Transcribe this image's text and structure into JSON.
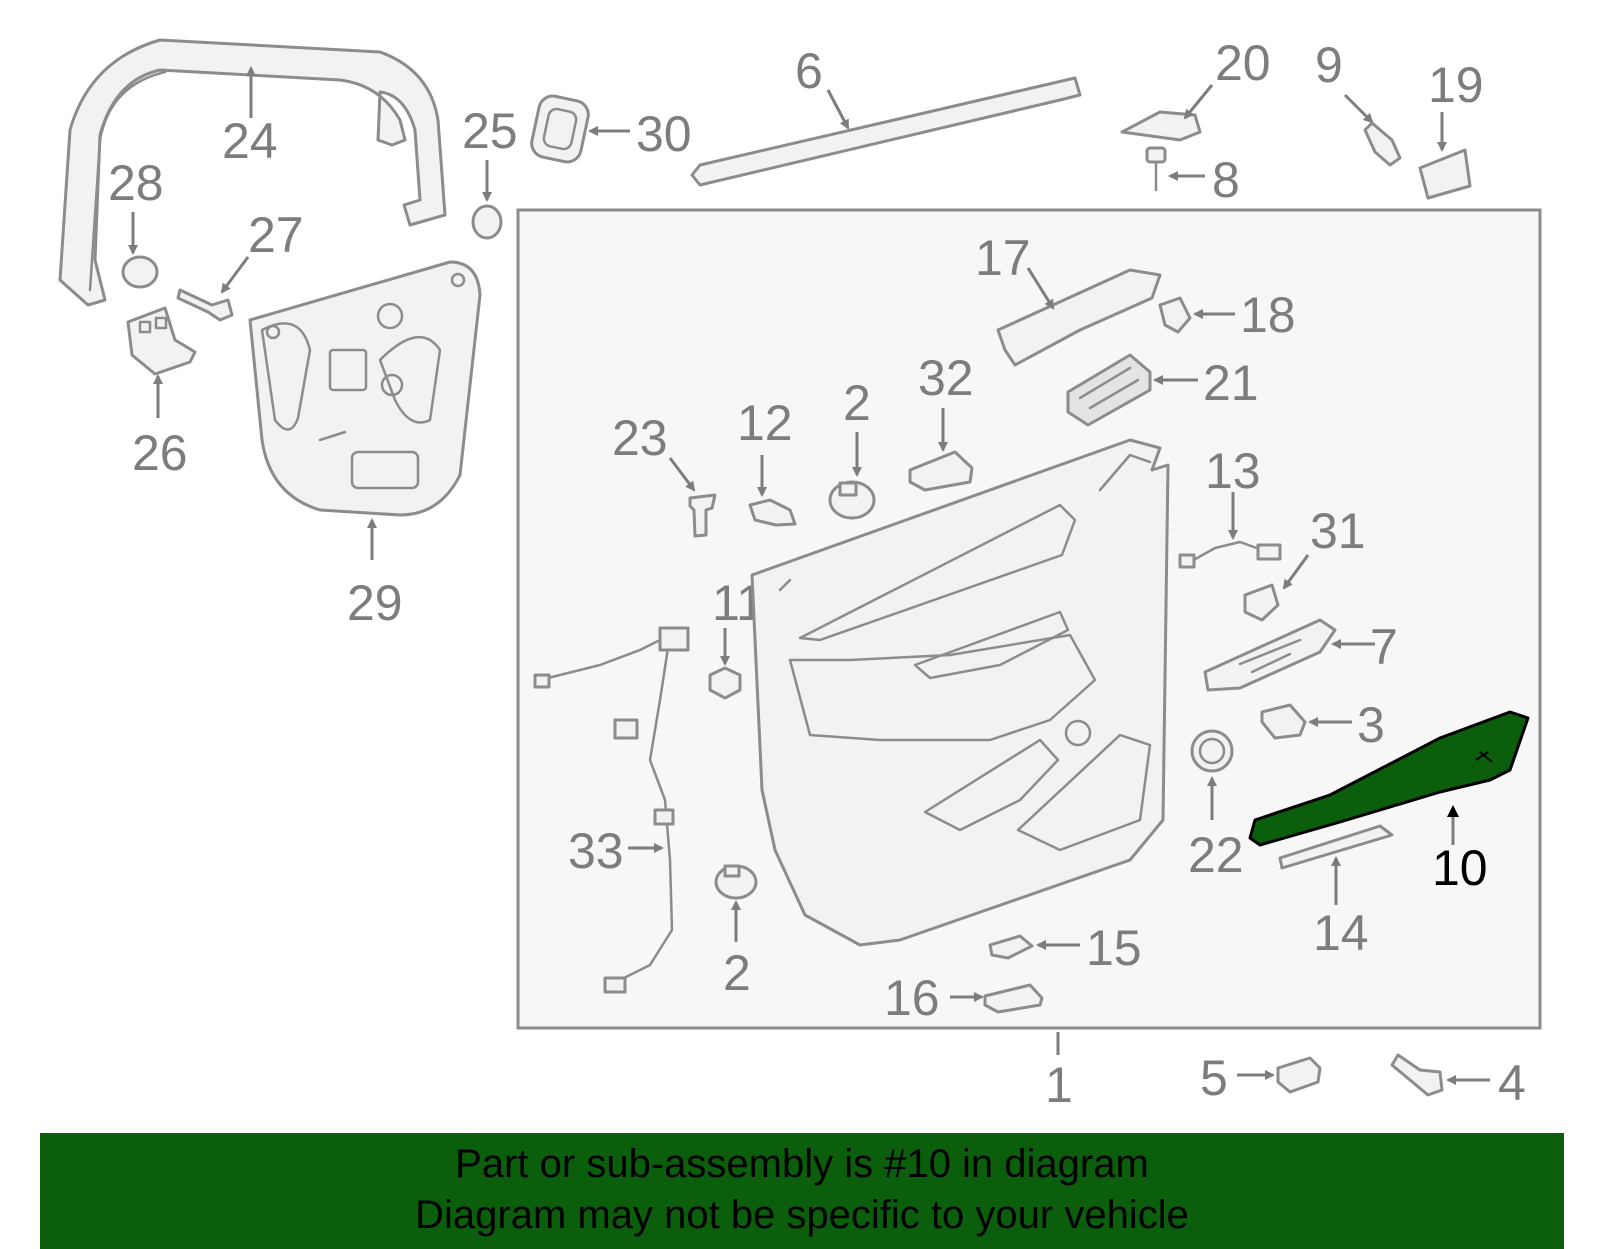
{
  "diagram": {
    "highlight_color": "#0b5e0b",
    "line_color": "#8c8c8c",
    "callouts": [
      "24",
      "25",
      "30",
      "6",
      "20",
      "8",
      "9",
      "19",
      "28",
      "27",
      "26",
      "29",
      "17",
      "18",
      "21",
      "23",
      "12",
      "2",
      "32",
      "13",
      "31",
      "7",
      "3",
      "11",
      "33",
      "22",
      "10",
      "14",
      "2",
      "15",
      "16",
      "1",
      "5",
      "4"
    ],
    "highlighted_callout": "10"
  },
  "banner": {
    "line1": "Part or sub-assembly is #10 in diagram",
    "line2": "Diagram may not be specific to your vehicle"
  }
}
